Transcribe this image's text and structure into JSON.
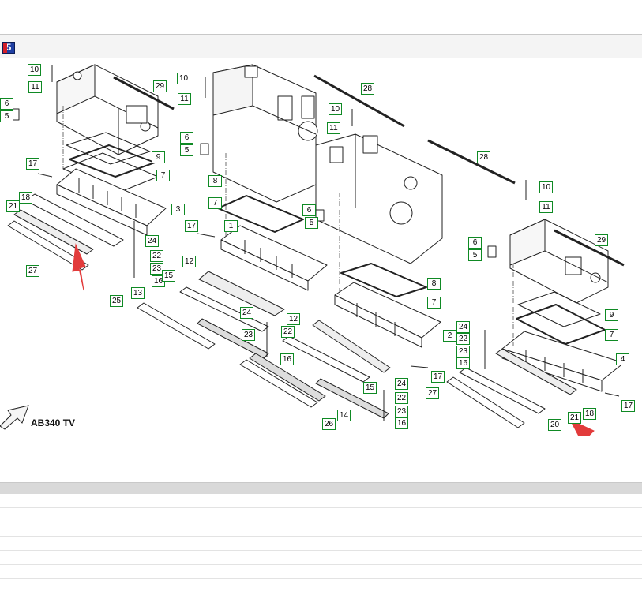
{
  "toolbar": {
    "app_icon_glyph": "5"
  },
  "diagram": {
    "model_label": "AB340 TV",
    "callouts": [
      "10",
      "11",
      "29",
      "6",
      "5",
      "17",
      "9",
      "7",
      "3",
      "18",
      "21",
      "24",
      "22",
      "23",
      "16",
      "27",
      "10",
      "11",
      "28",
      "6",
      "5",
      "8",
      "7",
      "17",
      "1",
      "12",
      "15",
      "13",
      "25",
      "24",
      "22",
      "23",
      "16",
      "12",
      "10",
      "11",
      "28",
      "6",
      "5",
      "8",
      "7",
      "2",
      "17",
      "15",
      "24",
      "22",
      "23",
      "16",
      "14",
      "26",
      "27",
      "10",
      "11",
      "29",
      "6",
      "5",
      "9",
      "7",
      "24",
      "22",
      "23",
      "16",
      "4",
      "17",
      "18",
      "21",
      "20"
    ],
    "annotation_arrows": 2
  },
  "parts_list": {
    "header_label": "",
    "row_count": 6
  }
}
